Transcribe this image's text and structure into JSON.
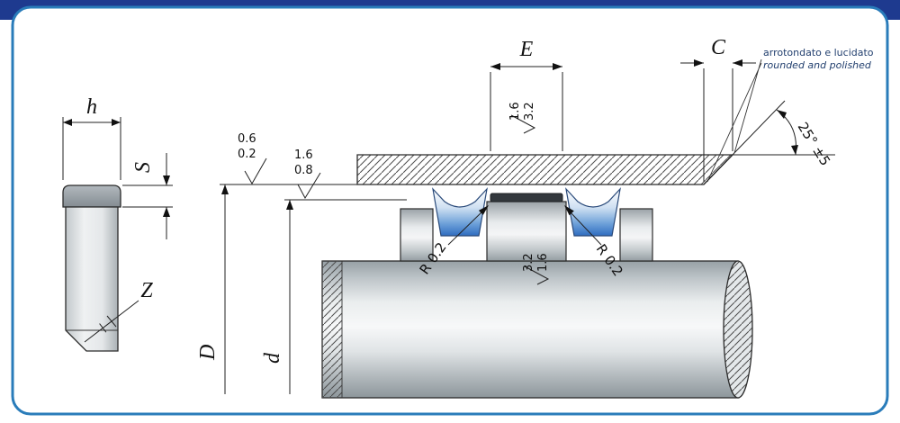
{
  "colors": {
    "topbar": "#1e3a8f",
    "border": "#2a7cba",
    "seal": "#2f6cc0",
    "hatch": "#4c4c4c"
  },
  "cross_section": {
    "dim_width": "h",
    "dim_height": "S",
    "dim_angle": "Z"
  },
  "installation": {
    "dim_groove_width": "E",
    "dim_chamfer": "C",
    "dim_bore": "D",
    "dim_shaft": "d",
    "angle": "25° ±5",
    "radius_left": "R 0.2",
    "radius_right": "R 0.2",
    "note": {
      "line1": "arrotondato e lucidato",
      "line2": "rounded and polished"
    },
    "finish": {
      "housing_top": "0.6",
      "housing_bottom": "0.2",
      "shaft_top": "1.6",
      "shaft_bottom": "0.8",
      "bore_top": "1.6",
      "bore_bottom": "3.2",
      "groove_top": "3.2",
      "groove_bottom": "1.6"
    }
  }
}
